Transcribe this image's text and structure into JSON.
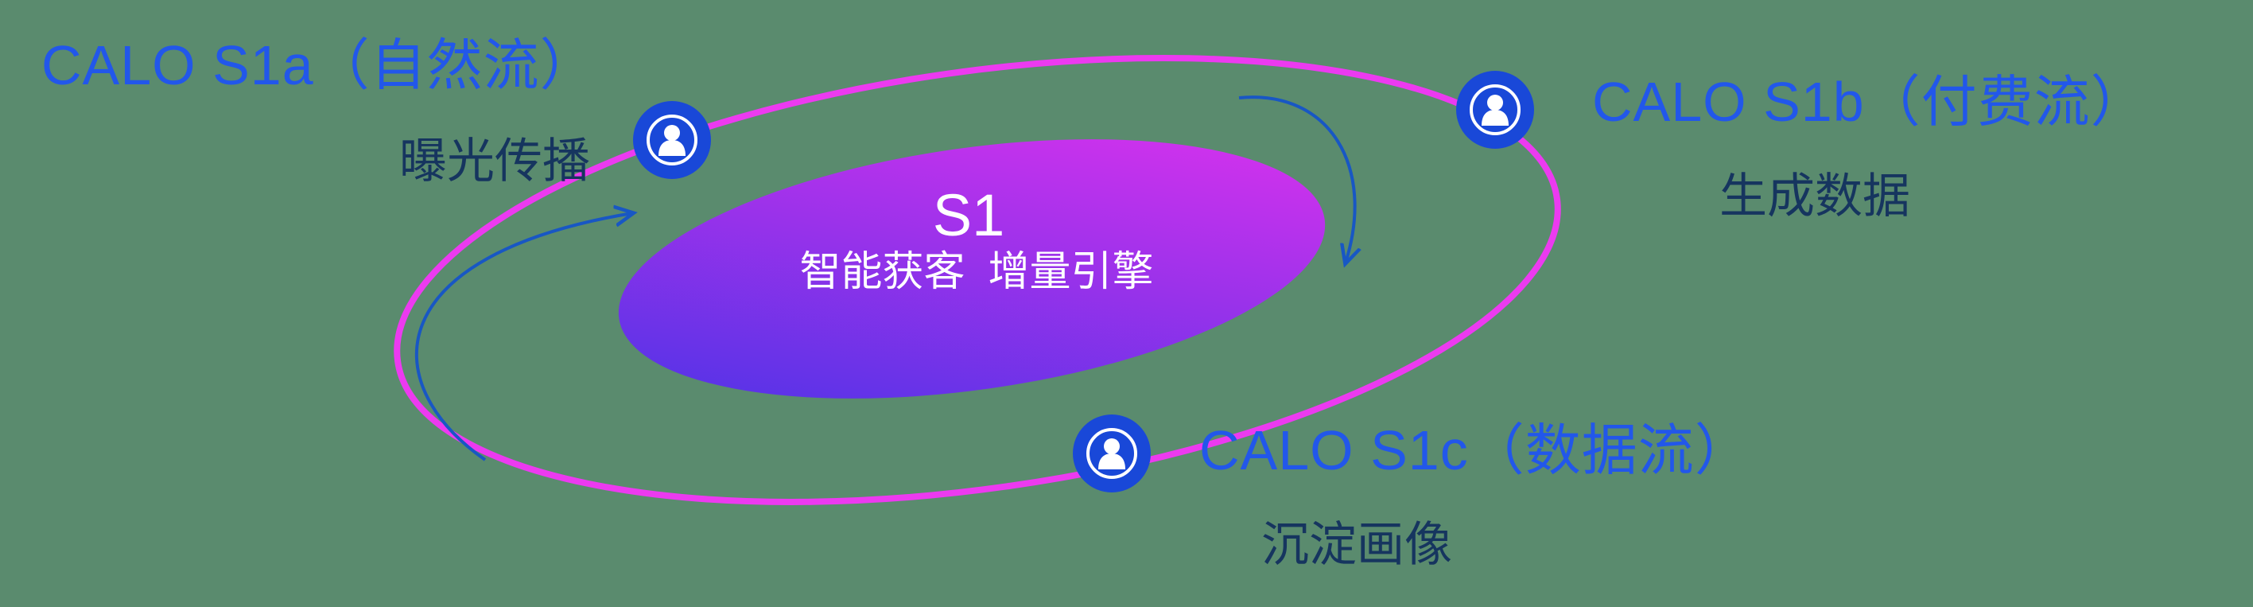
{
  "center": {
    "title": "S1",
    "subtitle": "智能获客  增量引擎"
  },
  "satellites": [
    {
      "id": "s1a",
      "title": "CALO S1a（自然流）",
      "subtitle": "曝光传播"
    },
    {
      "id": "s1b",
      "title": "CALO S1b（付费流）",
      "subtitle": "生成数据"
    },
    {
      "id": "s1c",
      "title": "CALO S1c（数据流）",
      "subtitle": "沉淀画像"
    }
  ],
  "icons": {
    "node_icon": "person-in-circle-icon",
    "flow_arrows": "curved-arrow-icon"
  },
  "colors": {
    "background": "#5a8b6e",
    "title_blue": "#2257ea",
    "subtitle_navy": "#16355f",
    "orbit_pink": "#ec3af0",
    "node_blue": "#1948d8",
    "arrow_blue": "#1857c4",
    "core_gradient_start": "#4633e6",
    "core_gradient_end": "#e332ee",
    "core_text": "#ffffff"
  }
}
